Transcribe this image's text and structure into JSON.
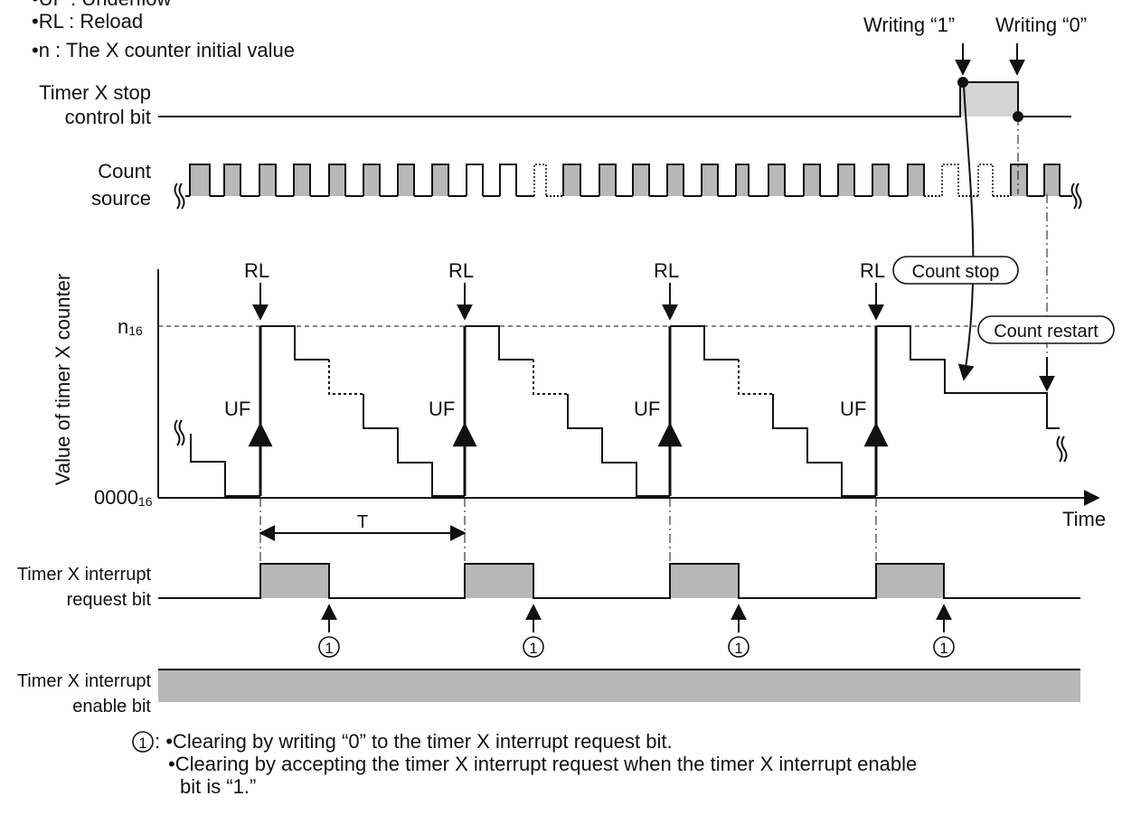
{
  "legend": {
    "uf": "•UF : Underflow",
    "rl": "•RL : Reload",
    "n": "•n   : The X counter initial value"
  },
  "top_annotations": {
    "writing1": "Writing “1”",
    "writing0": "Writing “0”"
  },
  "signals": {
    "stop_bit_line1": "Timer X stop",
    "stop_bit_line2": "control bit",
    "count_source_line1": "Count",
    "count_source_line2": "source",
    "irq_line1": "Timer X interrupt",
    "irq_line2": "request bit",
    "enable_line1": "Timer X interrupt",
    "enable_line2": "enable bit"
  },
  "counter_axis": {
    "ylabel": "Value of timer X counter",
    "n_main": "n",
    "n_sub": "16",
    "zero_main": "0000",
    "zero_sub": "16",
    "xlabel": "Time",
    "period": "T"
  },
  "markers": {
    "rl": "RL",
    "uf": "UF",
    "clear_mark": "1"
  },
  "callouts": {
    "count_stop": "Count stop",
    "count_restart": "Count restart"
  },
  "footnote": {
    "marker": "1",
    "line1": ": •Clearing  by writing “0” to the timer X interrupt request bit.",
    "line2": "•Clearing by accepting the timer X interrupt request when the timer X interrupt enable",
    "line3": "bit is “1.”"
  }
}
